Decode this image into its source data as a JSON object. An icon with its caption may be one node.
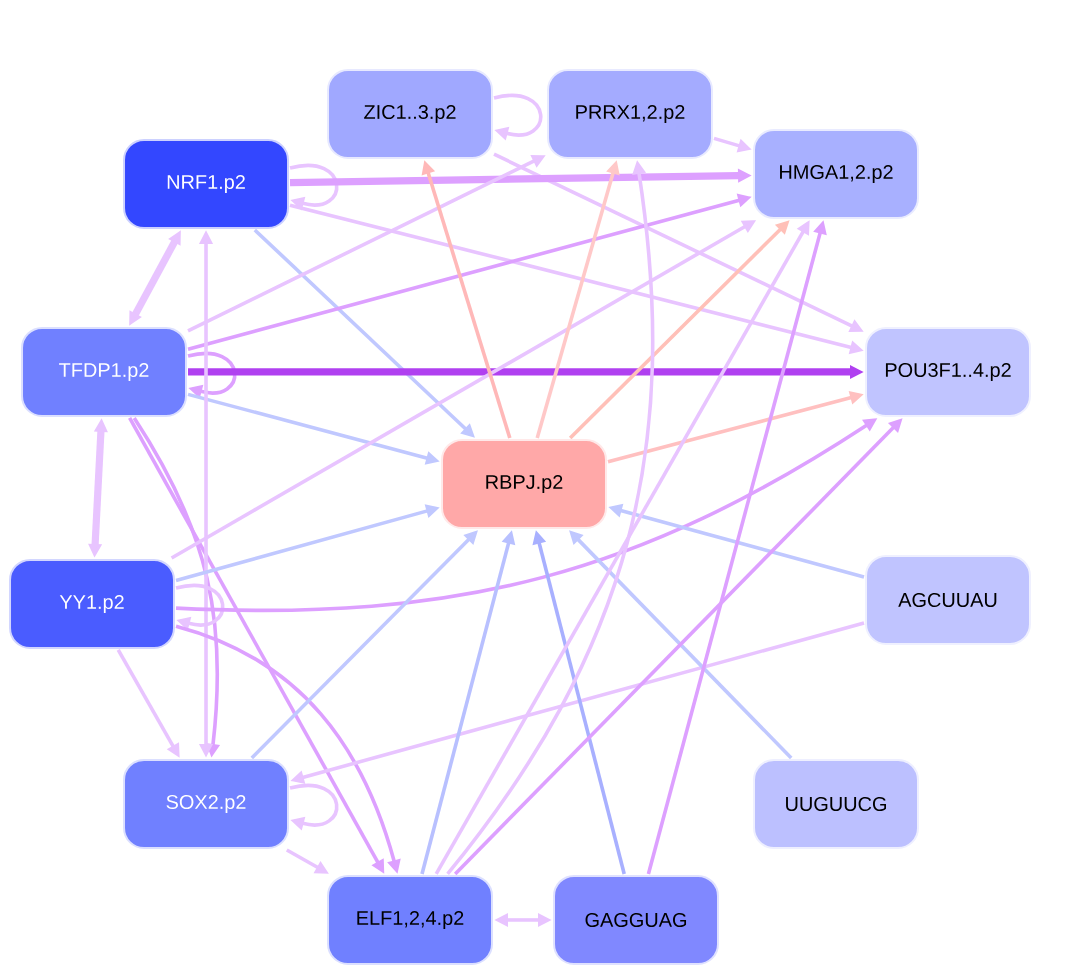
{
  "diagram": {
    "nodes": [
      {
        "text": [
          "ZIC1..3.p2"
        ]
      },
      {
        "text": [
          "PRRX1,2.p2"
        ]
      },
      {
        "text": [
          "NRF1.p2"
        ]
      },
      {
        "text": [
          "HMGA1,2.p2"
        ]
      },
      {
        "text": [
          "TFDP1.p2"
        ]
      },
      {
        "text": [
          "POU3F1..4.p2"
        ]
      },
      {
        "text": [
          "RBPJ.p2"
        ]
      },
      {
        "text": [
          "YY1.p2"
        ]
      },
      {
        "text": [
          "AGCUUAU"
        ]
      },
      {
        "text": [
          "SOX2.p2"
        ]
      },
      {
        "text": [
          "UUGUUCG"
        ]
      },
      {
        "text": [
          "ELF1,2,4.p2"
        ]
      },
      {
        "text": [
          "GAGGUAG"
        ]
      }
    ],
    "edges": [
      {
        "from": 0,
        "to": 0,
        "arrow": "to"
      },
      {
        "from": 0,
        "to": 5,
        "arrow": "to"
      },
      {
        "from": 1,
        "to": 3,
        "arrow": "to"
      },
      {
        "from": 2,
        "to": 2,
        "arrow": "to"
      },
      {
        "from": 2,
        "to": 3,
        "arrow": "to",
        "style": "thick",
        "color": "#dda0ff"
      },
      {
        "from": 2,
        "to": 5,
        "arrow": "to"
      },
      {
        "from": 2,
        "to": 6,
        "arrow": "to",
        "color": "#c0c8ff"
      },
      {
        "from": 4,
        "to": 2,
        "arrow": "both",
        "style": "thick"
      },
      {
        "from": 4,
        "to": 4,
        "arrow": "to",
        "color": "#dda0ff"
      },
      {
        "from": 4,
        "to": 5,
        "arrow": "to",
        "style": "thick",
        "color": "#b040f0"
      },
      {
        "from": 4,
        "to": 3,
        "arrow": "to",
        "color": "#dda0ff"
      },
      {
        "from": 4,
        "to": 1,
        "arrow": "to"
      },
      {
        "from": 4,
        "to": 6,
        "arrow": "to",
        "color": "#c0c8ff"
      },
      {
        "from": 4,
        "to": 7,
        "arrow": "both",
        "style": "thick"
      },
      {
        "from": 4,
        "to": 9,
        "arrow": "to",
        "color": "#dda0ff"
      },
      {
        "from": 4,
        "to": 11,
        "arrow": "to",
        "color": "#dda0ff"
      },
      {
        "from": 9,
        "to": 2,
        "arrow": "both"
      },
      {
        "from": 7,
        "to": 7,
        "arrow": "to"
      },
      {
        "from": 7,
        "to": 6,
        "arrow": "to",
        "color": "#c0c8ff"
      },
      {
        "from": 7,
        "to": 3,
        "arrow": "to"
      },
      {
        "from": 7,
        "to": 5,
        "arrow": "to",
        "color": "#dda0ff"
      },
      {
        "from": 7,
        "to": 9,
        "arrow": "to"
      },
      {
        "from": 7,
        "to": 11,
        "arrow": "to",
        "color": "#dda0ff"
      },
      {
        "from": 6,
        "to": 0,
        "arrow": "to",
        "color": "#ffb8b8"
      },
      {
        "from": 6,
        "to": 1,
        "arrow": "to",
        "color": "#ffc8c8"
      },
      {
        "from": 6,
        "to": 3,
        "arrow": "to",
        "color": "#ffc0b8"
      },
      {
        "from": 6,
        "to": 5,
        "arrow": "to",
        "color": "#ffc0c0"
      },
      {
        "from": 8,
        "to": 6,
        "arrow": "to",
        "color": "#c0c8ff"
      },
      {
        "from": 8,
        "to": 9,
        "arrow": "to"
      },
      {
        "from": 10,
        "to": 6,
        "arrow": "to",
        "color": "#c0c8ff"
      },
      {
        "from": 12,
        "to": 6,
        "arrow": "to",
        "color": "#a8b0ff"
      },
      {
        "from": 12,
        "to": 3,
        "arrow": "to",
        "color": "#dda0ff"
      },
      {
        "from": 12,
        "to": 11,
        "arrow": "both"
      },
      {
        "from": 9,
        "to": 9,
        "arrow": "to"
      },
      {
        "from": 9,
        "to": 6,
        "arrow": "to",
        "color": "#c0c8ff"
      },
      {
        "from": 9,
        "to": 11,
        "arrow": "to"
      },
      {
        "from": 11,
        "to": 6,
        "arrow": "to",
        "color": "#b8c0ff"
      },
      {
        "from": 11,
        "to": 3,
        "arrow": "to"
      },
      {
        "from": 11,
        "to": 1,
        "arrow": "to"
      },
      {
        "from": 11,
        "to": 5,
        "arrow": "to",
        "color": "#dda0ff"
      }
    ]
  }
}
